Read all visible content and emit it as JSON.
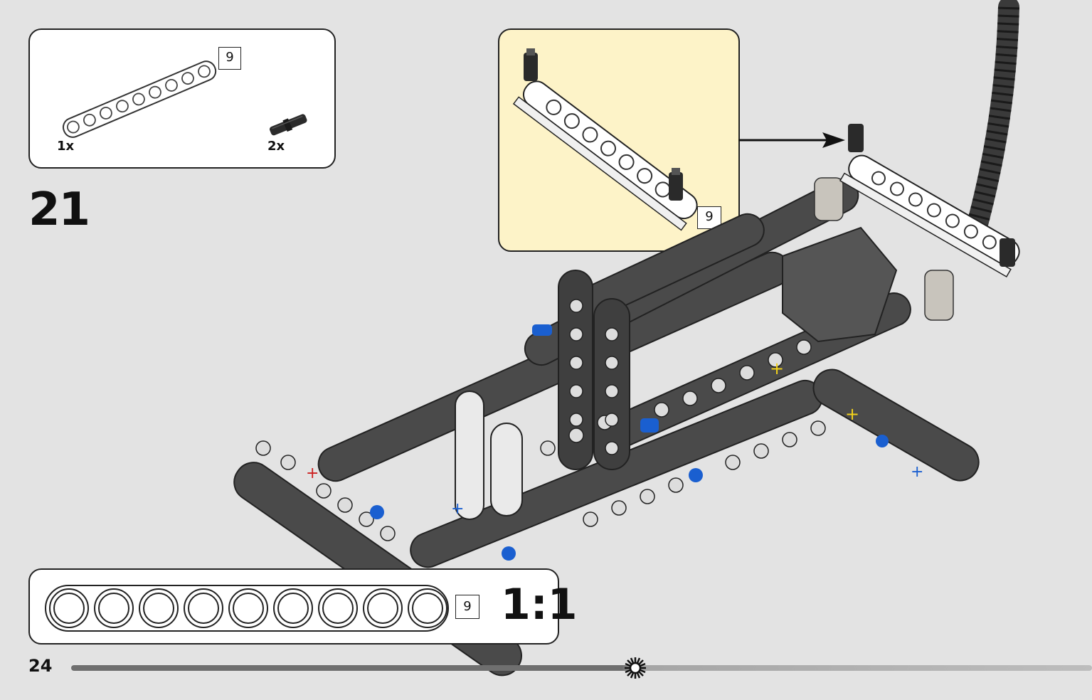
{
  "step": {
    "number": "21"
  },
  "parts_list": [
    {
      "name": "beam-9",
      "quantity": "1x",
      "length_label": "9"
    },
    {
      "name": "connector-pin",
      "quantity": "2x"
    }
  ],
  "callout": {
    "length_label": "9"
  },
  "scale_check": {
    "length_label": "9",
    "ratio": "1:1",
    "holes": 9
  },
  "footer": {
    "page_number": "24",
    "progress": 0.55
  },
  "colors": {
    "background": "#e3e3e3",
    "callout_bg": "#fdf3c8",
    "beam_dark": "#4a4a4a",
    "beam_white": "#ffffff",
    "pin_blue": "#1a5fd0",
    "pin_red": "#cc2020",
    "axle_yellow": "#f2d21b"
  },
  "icons": [
    "gear-icon",
    "arrow-icon"
  ]
}
